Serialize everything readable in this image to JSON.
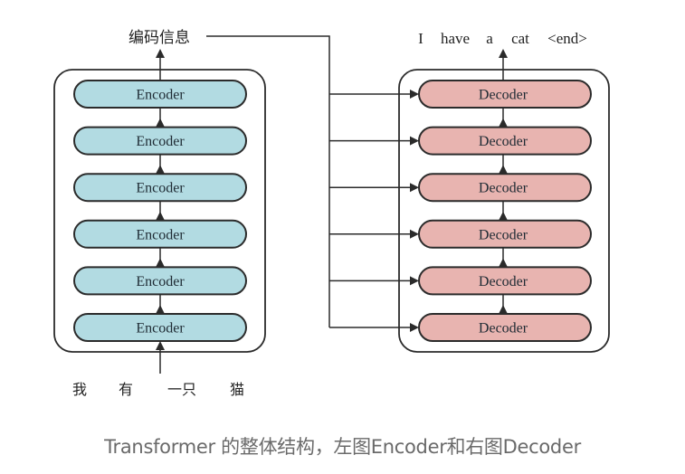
{
  "diagram": {
    "encoder": {
      "label": "Encoder",
      "count": 6,
      "fill": "#b2dbe2",
      "output_label": "编码信息",
      "input_tokens": [
        "我",
        "有",
        "一只",
        "猫"
      ]
    },
    "decoder": {
      "label": "Decoder",
      "count": 6,
      "fill": "#e8b4b0",
      "output_tokens": [
        "I",
        "have",
        "a",
        "cat",
        "<end>"
      ]
    },
    "stroke_color": "#2b2b2b"
  },
  "caption": "Transformer 的整体结构，左图Encoder和右图Decoder"
}
